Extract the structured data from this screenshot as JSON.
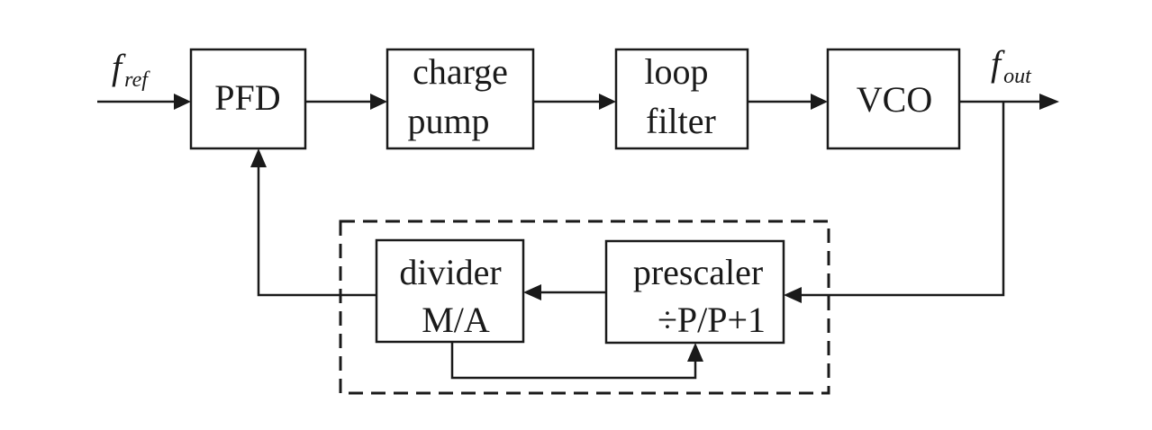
{
  "signals": {
    "input": {
      "symbol": "f",
      "subscript": "ref"
    },
    "output": {
      "symbol": "f",
      "subscript": "out"
    }
  },
  "blocks": {
    "pfd": {
      "label": "PFD"
    },
    "charge_pump": {
      "line1": "charge",
      "line2": "pump"
    },
    "loop_filter": {
      "line1": "loop",
      "line2": "filter"
    },
    "vco": {
      "label": "VCO"
    },
    "divider": {
      "line1": "divider",
      "line2": "M/A"
    },
    "prescaler": {
      "line1": "prescaler",
      "line2": "÷P/P+1"
    }
  }
}
